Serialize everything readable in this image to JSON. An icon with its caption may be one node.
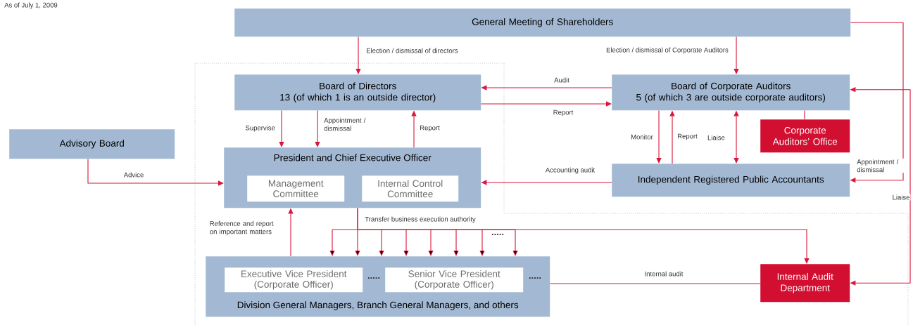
{
  "diagram": {
    "nodes": [
      {
        "text": [
          "General Meeting of Shareholders"
        ]
      },
      {
        "text": [
          "Board of Directors",
          "13 (of which 1 is an outside director)"
        ]
      },
      {
        "text": [
          "Advisory Board"
        ]
      },
      {
        "text": [
          "President and Chief Executive Officer"
        ]
      },
      {
        "text": [
          "Management Committee"
        ],
        "in": 3
      },
      {
        "text": [
          "Internal Control Committee"
        ],
        "in": 3
      },
      {
        "text": [
          "Board of Corporate Auditors",
          "5 (of which 3 are outside corporate auditors)"
        ]
      },
      {
        "text": [
          "Corporate Auditors’ Office"
        ]
      },
      {
        "text": [
          "Independent Registered Public Accountants"
        ]
      },
      {
        "text": [
          "Division General Managers, Branch General Managers, and others"
        ]
      },
      {
        "text": [
          "Executive Vice President (Corporate Officer)"
        ],
        "in": 9
      },
      {
        "text": [
          "Senior Vice President (Corporate Officer)"
        ],
        "in": 9
      },
      {
        "text": [
          "Internal Audit Department"
        ]
      }
    ],
    "edges": [
      {
        "from": 0,
        "to": 1,
        "arrow": "to",
        "label": "Election / dismissal of directors"
      },
      {
        "from": 0,
        "to": 6,
        "arrow": "to",
        "label": "Election / dismissal of Corporate Auditors"
      },
      {
        "from": 6,
        "to": 1,
        "arrow": "to",
        "label": "Audit"
      },
      {
        "from": 1,
        "to": 6,
        "arrow": "to",
        "label": "Report"
      },
      {
        "from": 1,
        "to": 3,
        "arrow": "to",
        "label": "Supervise"
      },
      {
        "from": 1,
        "to": 3,
        "arrow": "to",
        "label": "Appointment / dismissal"
      },
      {
        "from": 3,
        "to": 1,
        "arrow": "to",
        "label": "Report"
      },
      {
        "from": 2,
        "to": 3,
        "arrow": "to",
        "label": "Advice"
      },
      {
        "from": 8,
        "to": 3,
        "arrow": "to",
        "label": "Accounting audit"
      },
      {
        "from": 6,
        "to": 8,
        "arrow": "to",
        "label": "Monitor"
      },
      {
        "from": 8,
        "to": 6,
        "arrow": "to",
        "label": "Report"
      },
      {
        "from": 6,
        "to": 8,
        "arrow": "both",
        "label": "Liaise"
      },
      {
        "from": 7,
        "to": 6,
        "arrow": "none"
      },
      {
        "from": 0,
        "to": 8,
        "arrow": "to",
        "label": "Appointment / dismissal"
      },
      {
        "from": 6,
        "to": 12,
        "arrow": "both",
        "label": "Liaise"
      },
      {
        "from": 3,
        "to": 9,
        "arrow": "to",
        "label": "Transfer business execution authority"
      },
      {
        "from": 3,
        "to": 12,
        "arrow": "to"
      },
      {
        "from": 9,
        "to": 3,
        "arrow": "to",
        "label": "Reference and report on important matters"
      },
      {
        "from": 12,
        "to": 9,
        "arrow": "none",
        "label": "Internal audit"
      }
    ],
    "labels": [
      "As of July 1, 2009",
      ".....",
      ".....",
      "....."
    ]
  }
}
